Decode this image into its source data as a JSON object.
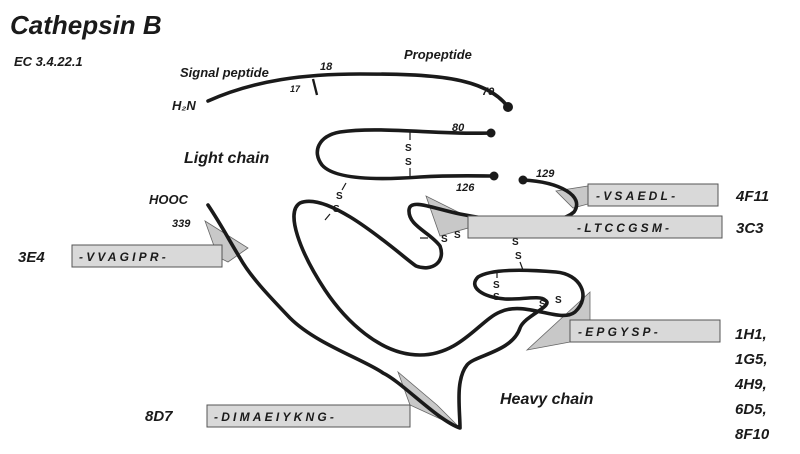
{
  "title": "Cathepsin B",
  "ec_number": "EC 3.4.22.1",
  "labels": {
    "signal_peptide": "Signal peptide",
    "propeptide": "Propeptide",
    "light_chain": "Light chain",
    "heavy_chain": "Heavy chain",
    "n_terminus": "H₂N",
    "c_terminus": "HOOC"
  },
  "residues": {
    "r17": "17",
    "r18": "18",
    "r79": "79",
    "r80": "80",
    "r126": "126",
    "r129": "129",
    "r339": "339"
  },
  "disulfide_symbol": "S",
  "epitopes": [
    {
      "sequence": "-VSAEDL-",
      "antibodies": [
        "4F11"
      ]
    },
    {
      "sequence": "-LTCCGSM-",
      "antibodies": [
        "3C3"
      ]
    },
    {
      "sequence": "-VVAGIPR-",
      "antibodies": [
        "3E4"
      ]
    },
    {
      "sequence": "-EPGYSP-",
      "antibodies": [
        "1H1,",
        "1G5,",
        "4H9,",
        "6D5,",
        "8F10"
      ]
    },
    {
      "sequence": "-DIMAEIYKNG-",
      "antibodies": [
        "8D7"
      ]
    }
  ],
  "colors": {
    "chain": "#1a1a1a",
    "epitope_box": "#d9d9d9",
    "background": "#ffffff"
  }
}
